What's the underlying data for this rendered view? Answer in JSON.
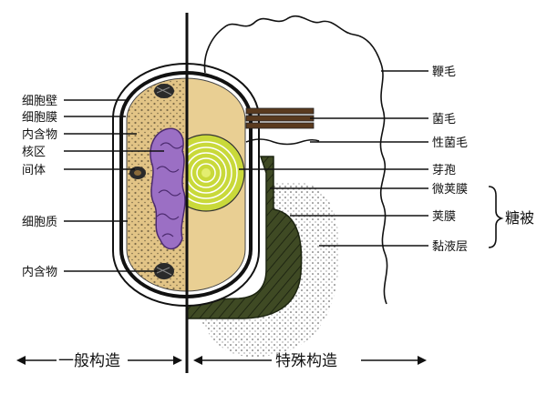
{
  "labels_left": {
    "cell_wall": "细胞壁",
    "cell_membrane": "细胞膜",
    "inclusion_top": "内含物",
    "nuclear_region": "核区",
    "mesosome": "间体",
    "cytoplasm": "细胞质",
    "inclusion_bottom": "内含物"
  },
  "labels_right": {
    "flagellum": "鞭毛",
    "pilus": "菌毛",
    "sex_pilus": "性菌毛",
    "spore": "芽孢",
    "microcapsule": "微荚膜",
    "capsule": "荚膜",
    "slime_layer": "黏液层",
    "glycocalyx": "糖被"
  },
  "bottom": {
    "general_structure": "一般构造",
    "special_structure": "特殊构造"
  }
}
